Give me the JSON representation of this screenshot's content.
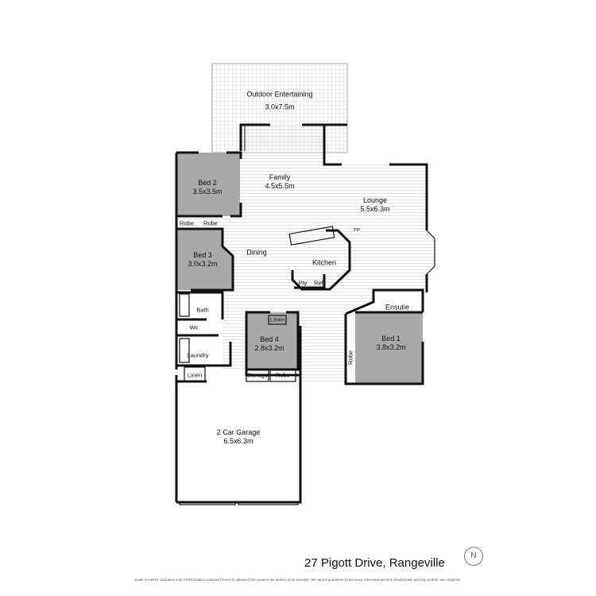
{
  "address": "27 Pigott Drive, Rangeville",
  "disclaimer": "Scale in metres. Indicative only. All information contained herein is obtained from sources we believe to be accurate. We cannot guarantee its accuracy. Interested persons should make and rely on their own enquiries.",
  "compass": "N",
  "colors": {
    "wall": "#111111",
    "bedroom_fill": "#a9a9a9",
    "floor_lines": "#e2e2e2"
  },
  "rooms": [
    {
      "name": "Outdoor Entertaining",
      "size": "3.0x7.5m"
    },
    {
      "name": "Family",
      "size": "4.5x5.5m"
    },
    {
      "name": "Bed 2",
      "size": "3.5x3.5m"
    },
    {
      "name": "Lounge",
      "size": "5.5x6.3m"
    },
    {
      "name": "Bed 3",
      "size": "3.0x3.2m"
    },
    {
      "name": "Dining",
      "size": ""
    },
    {
      "name": "Kitchen",
      "size": ""
    },
    {
      "name": "Bed 4",
      "size": "2.8x3.2m"
    },
    {
      "name": "Bed 1",
      "size": "3.8x3.2m"
    },
    {
      "name": "2 Car Garage",
      "size": "6.5x6.3m"
    }
  ],
  "small_labels": {
    "robe_a": "Robe",
    "robe_b": "Robe",
    "bath": "Bath",
    "wc": "Wc",
    "laundry": "Laundry",
    "linen_a": "Linen",
    "linen_b": "Linen",
    "storage": "Storage",
    "robe_c": "Robe",
    "robe_d": "Robe",
    "ensuite": "Ensutie",
    "pty": "Pty",
    "ref": "Ref",
    "fp": "FP"
  }
}
